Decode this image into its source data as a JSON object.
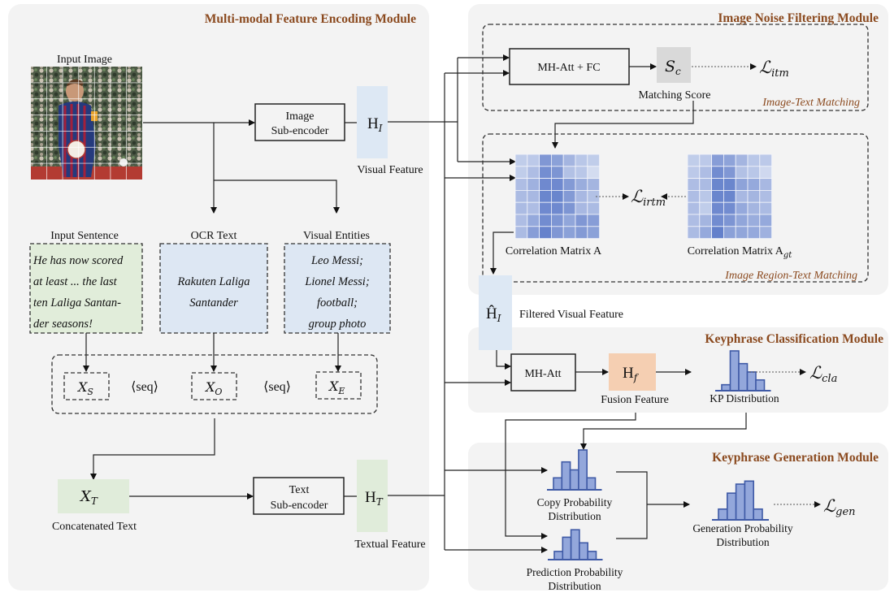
{
  "modules": {
    "encoding": {
      "title": "Multi-modal Feature Encoding Module",
      "input_image_label": "Input Image",
      "image_encoder": [
        "Image",
        "Sub-encoder"
      ],
      "visual_feature_symbol": "H",
      "visual_feature_sub": "I",
      "visual_feature_label": "Visual Feature",
      "input_sentence_label": "Input Sentence",
      "input_sentence_lines": [
        "He has now scored",
        "at least ... the last",
        "ten Laliga Santan-",
        "der seasons!"
      ],
      "ocr_label": "OCR Text",
      "ocr_lines": [
        "Rakuten Laliga",
        "Santander"
      ],
      "entities_label": "Visual Entities",
      "entities_lines": [
        "Leo Messi;",
        "Lionel Messi;",
        "football;",
        "group photo"
      ],
      "seq_tokens": {
        "xs": "S",
        "xo": "O",
        "xe": "E",
        "sep": "⟨seq⟩"
      },
      "concat_symbol_sub": "T",
      "concat_label": "Concatenated Text",
      "text_encoder": [
        "Text",
        "Sub-encoder"
      ],
      "textual_feature_sub": "T",
      "textual_feature_label": "Textual Feature"
    },
    "noise_filtering": {
      "title": "Image Noise  Filtering Module",
      "itm_block": "MH-Att + FC",
      "score_symbol": "S",
      "score_sub": "c",
      "score_label": "Matching Score",
      "itm_loss_sub": "itm",
      "itm_subtitle": "Image-Text Matching",
      "matrix_a_label": "Correlation Matrix A",
      "matrix_agt_label": "Correlation Matrix A",
      "matrix_agt_sub": "gt",
      "irtm_loss_sub": "irtm",
      "irtm_subtitle": "Image Region-Text Matching",
      "filtered_sub": "I",
      "filtered_label": "Filtered Visual Feature"
    },
    "classification": {
      "title": "Keyphrase Classification Module",
      "att_block": "MH-Att",
      "fusion_sub": "f",
      "fusion_label": "Fusion Feature",
      "kp_label": "KP Distribution",
      "cla_loss_sub": "cla"
    },
    "generation": {
      "title": "Keyphrase Generation Module",
      "copy_label": [
        "Copy Probability",
        "Distribution"
      ],
      "pred_label": [
        "Prediction Probability",
        "Distribution"
      ],
      "gen_label": [
        "Generation Probability",
        "Distribution"
      ],
      "gen_loss_sub": "gen"
    }
  },
  "loss_symbol": "ℒ",
  "histograms": {
    "kp": [
      0.15,
      1.0,
      0.68,
      0.47,
      0.27
    ],
    "copy": [
      0.3,
      0.7,
      0.5,
      1.0,
      0.3
    ],
    "pred": [
      0.22,
      0.6,
      0.8,
      0.45,
      0.22
    ],
    "gen": [
      0.25,
      0.62,
      0.83,
      0.9,
      0.25
    ]
  },
  "matrices": {
    "A": [
      [
        0.25,
        0.28,
        0.7,
        0.62,
        0.45,
        0.3,
        0.25
      ],
      [
        0.25,
        0.38,
        0.78,
        0.72,
        0.35,
        0.3,
        0.12
      ],
      [
        0.38,
        0.48,
        0.82,
        0.82,
        0.68,
        0.52,
        0.45
      ],
      [
        0.4,
        0.42,
        0.85,
        0.85,
        0.68,
        0.42,
        0.35
      ],
      [
        0.4,
        0.38,
        0.82,
        0.82,
        0.72,
        0.42,
        0.4
      ],
      [
        0.38,
        0.55,
        0.8,
        0.72,
        0.58,
        0.7,
        0.65
      ],
      [
        0.4,
        0.65,
        0.88,
        0.7,
        0.62,
        0.68,
        0.62
      ]
    ],
    "Agt": [
      [
        0.25,
        0.28,
        0.65,
        0.6,
        0.45,
        0.3,
        0.28
      ],
      [
        0.28,
        0.38,
        0.8,
        0.7,
        0.35,
        0.3,
        0.15
      ],
      [
        0.38,
        0.4,
        0.85,
        0.85,
        0.6,
        0.55,
        0.42
      ],
      [
        0.38,
        0.3,
        0.85,
        0.85,
        0.42,
        0.45,
        0.38
      ],
      [
        0.38,
        0.25,
        0.82,
        0.8,
        0.55,
        0.45,
        0.4
      ],
      [
        0.38,
        0.45,
        0.8,
        0.72,
        0.58,
        0.52,
        0.55
      ],
      [
        0.4,
        0.55,
        0.9,
        0.62,
        0.58,
        0.55,
        0.48
      ]
    ]
  },
  "colors": {
    "title": "#8b4a1f",
    "visual_feature_bg": "#dde8f4",
    "textual_feature_bg": "#e0ecda",
    "fusion_bg": "#f5cfb2",
    "score_bg": "#d9d9d9",
    "sentence_bg": "#e1edda",
    "ocr_bg": "#dde7f3",
    "bar_fill": "#93a7db",
    "bar_stroke": "#3f5aa6"
  }
}
